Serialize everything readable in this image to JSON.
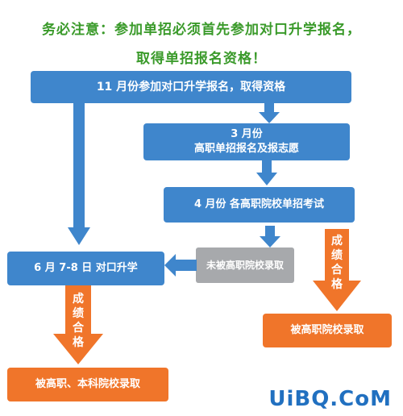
{
  "title": {
    "line1": "务必注意：参加单招必须首先参加对口升学报名，",
    "line2": "取得单招报名资格！"
  },
  "boxes": {
    "step1": "11 月份参加对口升学报名，取得资格",
    "step2_line1": "3 月份",
    "step2_line2": "高职单招报名及报志愿",
    "step3": "4 月份  各高职院校单招考试",
    "not_admitted": "未被高职院校录取",
    "step4": "6 月 7-8 日  对口升学",
    "admitted_vocational": "被高职院校录取",
    "admitted_final": "被高职、本科院校录取"
  },
  "arrow_labels": {
    "right_arrow": [
      "成",
      "绩",
      "合",
      "格"
    ],
    "left_arrow": [
      "成",
      "绩",
      "合",
      "格"
    ]
  },
  "watermark": "UiBQ.CoM",
  "colors": {
    "title": "#3a9a2a",
    "blue_box": "#3f86cc",
    "grey_box": "#a7a9ac",
    "orange_box": "#f0752a",
    "watermark": "#2170c0"
  }
}
